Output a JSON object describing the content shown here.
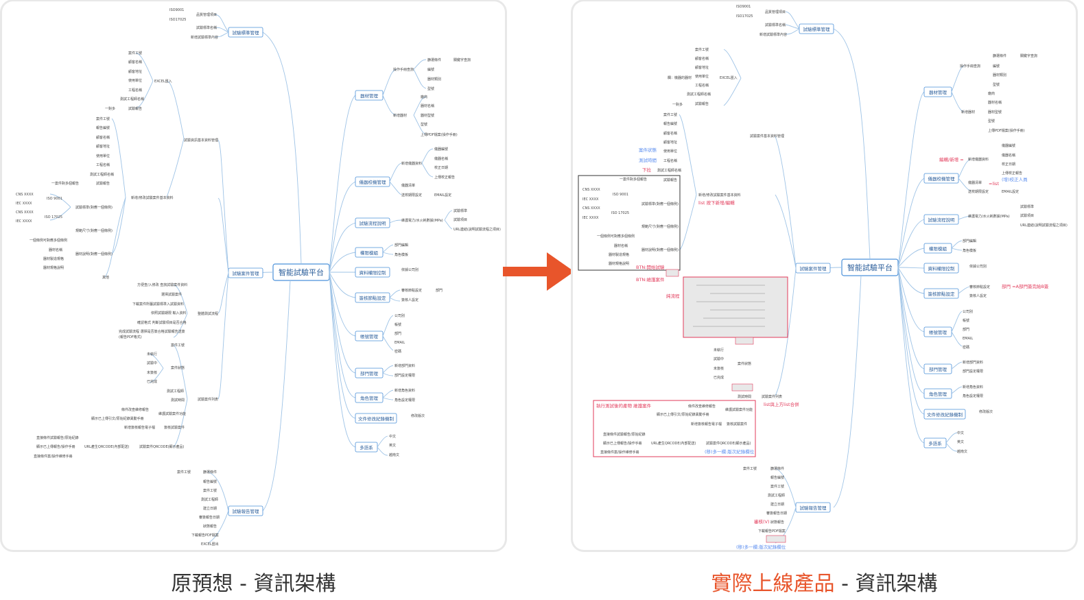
{
  "captions": {
    "left": {
      "text": "原預想 - 資訊架構"
    },
    "right": {
      "accent": "實際上線產品",
      "suffix": " - 資訊架構"
    }
  },
  "colors": {
    "accent": "#e8552b",
    "link": "#9ec3e6",
    "node_border": "#4a90d9",
    "annotation": "#e23a5a",
    "annotation_blue": "#5b8def"
  },
  "left_map": {
    "center": "智能試驗平台",
    "top_branch": {
      "label": "試驗標準管理",
      "children": [
        "品質管理項目",
        "試驗標準名稱",
        "新增試驗標準內容"
      ],
      "leaves": [
        "ISO9001",
        "ISO17025"
      ]
    },
    "mid_left_branch": {
      "label": "試驗案件管理",
      "groups": [
        "試驗資訊基本資料管理",
        "整體測試流程",
        "試驗案件列表"
      ]
    },
    "report_branch": {
      "label": "試驗報告管理",
      "children": [
        "案件工號",
        "篩選條件",
        "報告編號",
        "案件工號",
        "測試工程師",
        "建立日期",
        "審簽報告日期",
        "狀態報告",
        "下載報告PDF檔案",
        "EXCEL匯出"
      ]
    },
    "right_branches": [
      {
        "label": "器材管理",
        "children": [
          "新增器材",
          "器材名稱",
          "器材型號",
          "上傳PDF檔案(操作手冊)"
        ]
      },
      {
        "label": "儀器校機管理",
        "children": [
          "新增儀器資料",
          "儀器清單",
          "送校期限設定"
        ]
      },
      {
        "label": "試驗流程說明",
        "children": [
          "試驗標準",
          "試驗項目",
          "URL連結(說明試驗流程之項目)"
        ]
      },
      {
        "label": "權限模組",
        "children": [
          "部門編輯",
          "角色模板"
        ]
      },
      {
        "label": "資料權限控制",
        "children": [
          "依據公司別"
        ]
      },
      {
        "label": "簽核節點設定",
        "children": [
          "審核節點設定",
          "簽核人設定",
          "部門"
        ]
      },
      {
        "label": "帳號管理",
        "children": [
          "公司別",
          "帳號",
          "部門",
          "EMAIL",
          "密碼"
        ]
      },
      {
        "label": "部門管理",
        "children": [
          "新增部門資料",
          "部門設定權限"
        ]
      },
      {
        "label": "角色管理",
        "children": [
          "新增角色資料",
          "角色設定權限"
        ]
      },
      {
        "label": "文件修改紀錄機制",
        "children": [
          "修改版次"
        ]
      },
      {
        "label": "多語系",
        "children": [
          "中文",
          "英文",
          "越南文"
        ]
      }
    ]
  },
  "right_map": {
    "center": "智能試驗平台",
    "top_branch": {
      "label": "試驗標準管理"
    },
    "mid_left_branch": {
      "label": "試驗案件管理"
    },
    "report_branch": {
      "label": "試驗報告管理"
    },
    "right_branches": [
      "器材管理",
      "儀器校機管理",
      "試驗流程說明",
      "權限模組",
      "資料權限控制",
      "簽核節點設定",
      "帳號管理",
      "部門管理",
      "角色管理",
      "文件修改紀錄機制",
      "多語系"
    ],
    "annotations": {
      "list_add": "list 按下新增/編輯",
      "edit_add": "編輯/新增 =",
      "list_sign": "=list",
      "sign_node": "部門 =A部門簽完給B簽",
      "btn_start": "BTN:開始試驗",
      "btn_maintain": "BTN:維護案件",
      "process": "純流程",
      "list_merge": "list與上方list合併",
      "maintain_case": "執行測試後的產物 維護案件",
      "multi_version": "(移)多一欄:版次紀錄欄位",
      "review": "審核(V)",
      "case_status": "案件狀態",
      "test_scope": "測試時間",
      "download": "下拉",
      "add_person": "(增)校正人員"
    }
  }
}
